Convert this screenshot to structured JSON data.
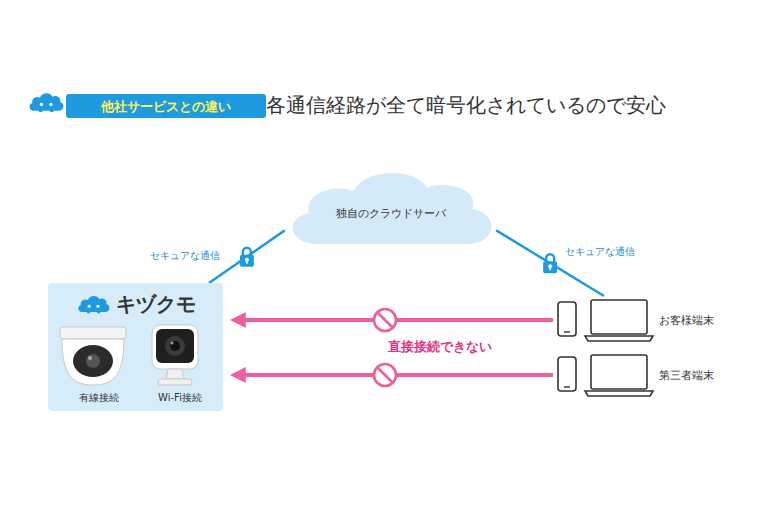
{
  "diagram": {
    "title": "各通信経路が全て暗号化されているので安心",
    "nodes": [
      {
        "text": [
          "他社サービスとの違い"
        ]
      },
      {
        "text": [
          "独自のクラウドサーバ"
        ]
      },
      {
        "text": [
          "キヅクモ"
        ]
      },
      {
        "text": [
          "有線接続"
        ],
        "in": 2
      },
      {
        "text": [
          "Wi-Fi接続"
        ],
        "in": 2
      },
      {
        "text": [
          "お客様端末"
        ]
      },
      {
        "text": [
          "第三者端末"
        ]
      }
    ],
    "edges": [
      {
        "from": 1,
        "to": 2,
        "label": "セキュアな通信",
        "arrow": "none"
      },
      {
        "from": 1,
        "to": 5,
        "label": "セキュアな通信",
        "arrow": "none"
      },
      {
        "from": 5,
        "to": 2,
        "arrow": "to"
      },
      {
        "from": 6,
        "to": 2,
        "arrow": "to"
      }
    ],
    "labels": [
      "直接接続できない"
    ]
  }
}
